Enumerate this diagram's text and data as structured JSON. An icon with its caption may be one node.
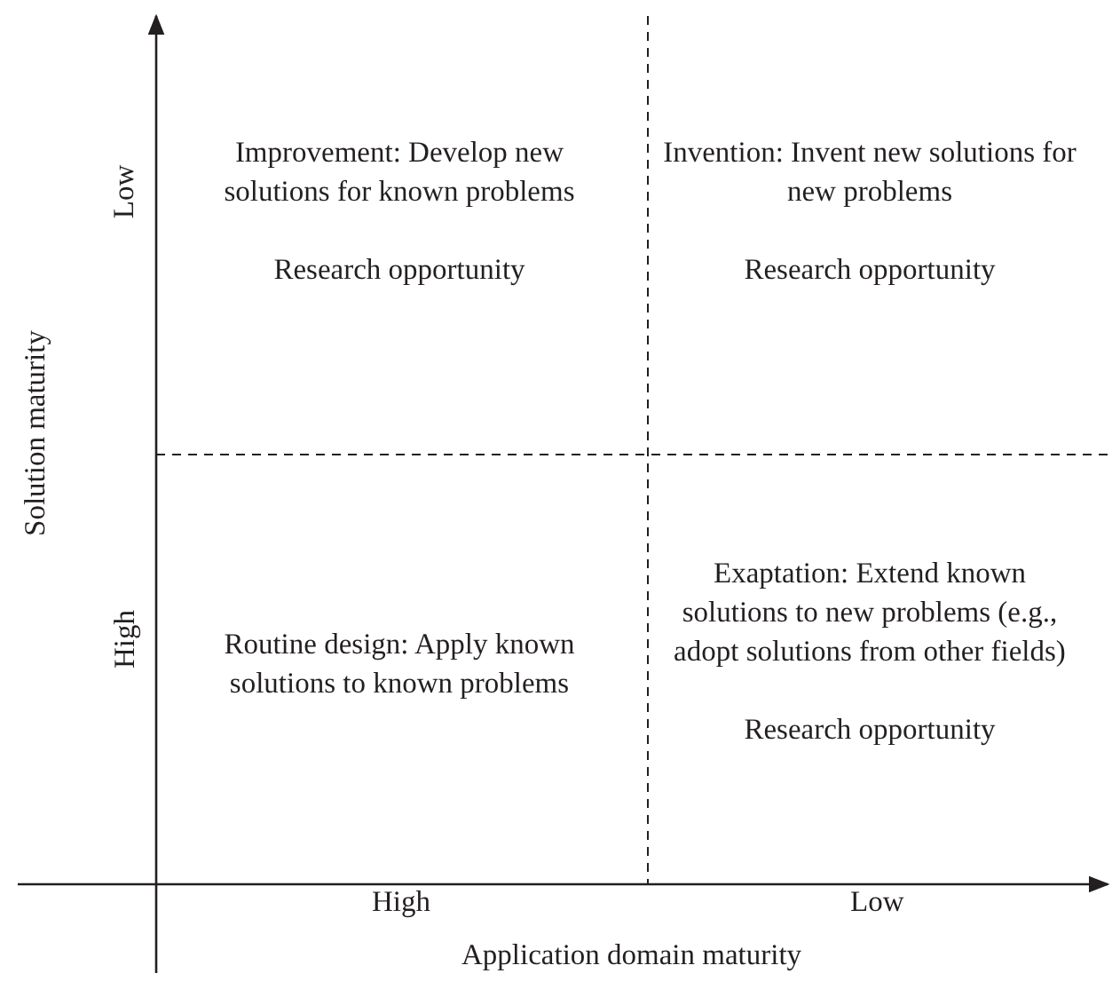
{
  "diagram": {
    "labels": [
      "Low",
      "Improvement: Develop new solutions for known problems",
      "Research opportunity",
      "Invention: Invent new solutions for new problems",
      "Research opportunity",
      "Solution maturity",
      "High",
      "Routine design: Apply known solutions to known problems",
      "Exaptation: Extend known solutions to new problems (e.g., adopt solutions from other fields)",
      "Research opportunity",
      "High",
      "Low",
      "Application domain maturity"
    ]
  }
}
